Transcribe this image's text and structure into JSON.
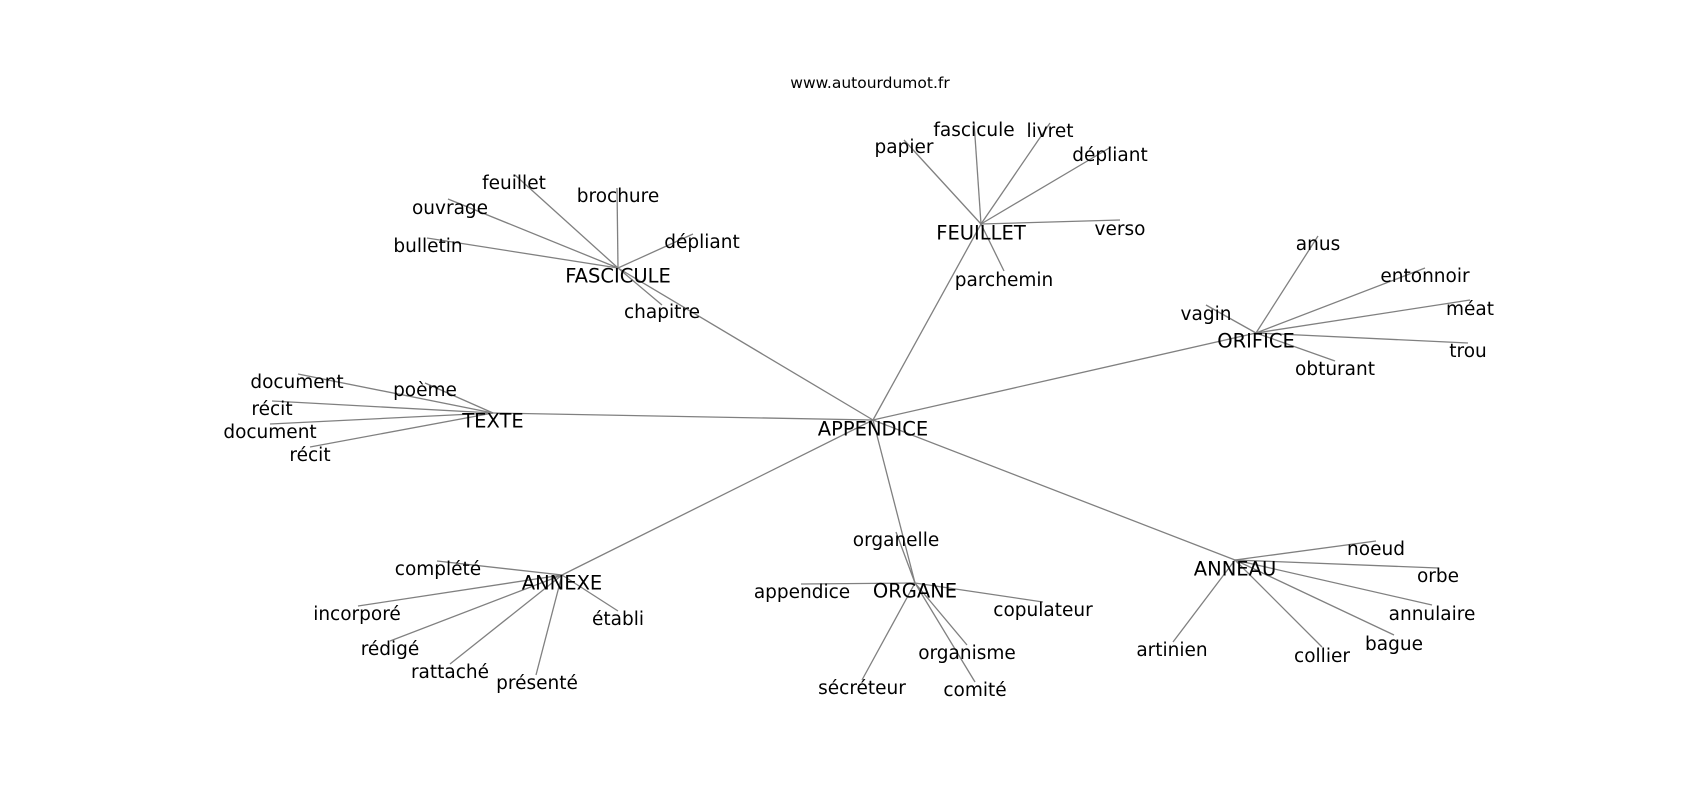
{
  "watermark": "www.autourdumot.fr",
  "graph": {
    "center": "APPENDICE",
    "groups": [
      {
        "hub": "FASCICULE",
        "leaves": [
          "feuillet",
          "brochure",
          "ouvrage",
          "bulletin",
          "dépliant",
          "chapitre"
        ]
      },
      {
        "hub": "FEUILLET",
        "leaves": [
          "papier",
          "fascicule",
          "livret",
          "dépliant",
          "verso",
          "parchemin"
        ]
      },
      {
        "hub": "ORIFICE",
        "leaves": [
          "anus",
          "entonnoir",
          "méat",
          "vagin",
          "trou",
          "obturant"
        ]
      },
      {
        "hub": "TEXTE",
        "leaves": [
          "document",
          "poème",
          "récit",
          "document",
          "récit"
        ]
      },
      {
        "hub": "ANNEXE",
        "leaves": [
          "complété",
          "incorporé",
          "rédigé",
          "rattaché",
          "présenté",
          "établi"
        ]
      },
      {
        "hub": "ORGANE",
        "leaves": [
          "organelle",
          "appendice",
          "copulateur",
          "organisme",
          "sécréteur",
          "comité"
        ]
      },
      {
        "hub": "ANNEAU",
        "leaves": [
          "noeud",
          "orbe",
          "annulaire",
          "bague",
          "collier",
          "artinien"
        ]
      }
    ]
  }
}
